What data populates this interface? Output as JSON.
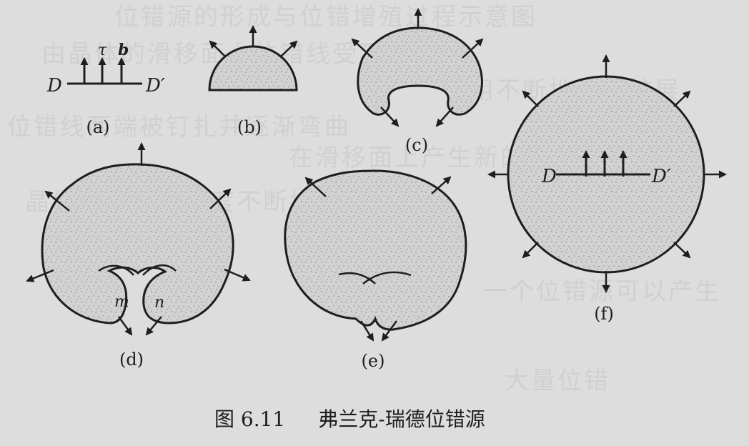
{
  "figure": {
    "caption_number": "图 6.11",
    "caption_title": "弗兰克-瑞德位错源",
    "panel_labels": [
      "(a)",
      "(b)",
      "(c)",
      "(d)",
      "(e)",
      "(f)"
    ],
    "symbols": {
      "tau": "τ",
      "b": "b",
      "D": "D",
      "D_prime": "D′",
      "m": "m",
      "n": "n"
    },
    "colors": {
      "paper": "#dddddd",
      "ink": "#1e1e1e",
      "fill": "#d2d2d2",
      "dots": "#8b8b8b"
    }
  }
}
